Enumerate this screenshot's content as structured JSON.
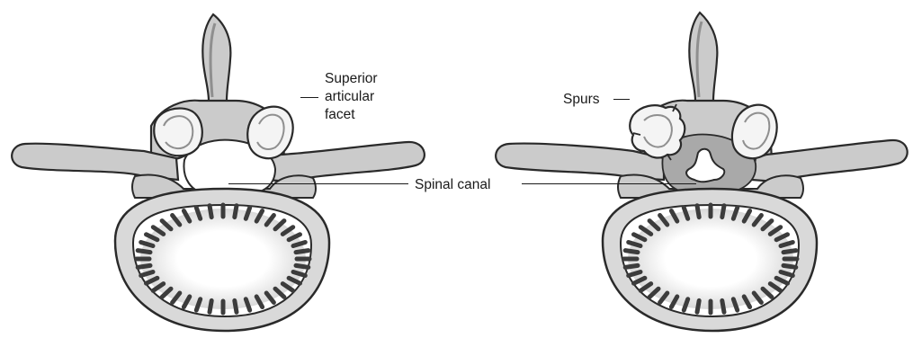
{
  "labels": {
    "superior_facet": [
      "Superior",
      "articular",
      "facet"
    ],
    "spurs": "Spurs",
    "spinal_canal": "Spinal canal"
  },
  "colors": {
    "bone_fill": "#cbcbcb",
    "bone_dark": "#8f8f8f",
    "outline": "#2a2a2a",
    "facet_fill": "#f4f4f4",
    "canal_fill": "#ffffff",
    "disc_ring": "#9a9a9a",
    "disc_stripe": "#3c3c3c"
  }
}
